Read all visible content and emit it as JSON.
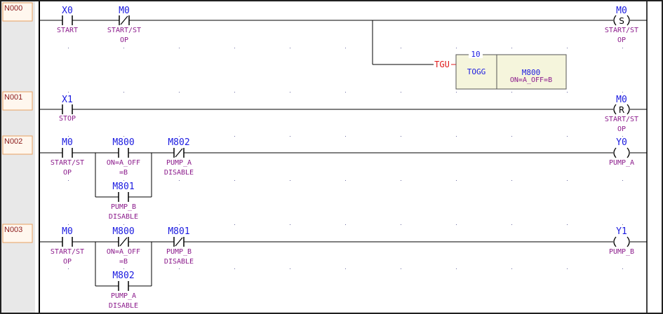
{
  "rungs": [
    {
      "number": "N000"
    },
    {
      "number": "N001"
    },
    {
      "number": "N002"
    },
    {
      "number": "N003"
    }
  ],
  "rung0": {
    "x0": {
      "address": "X0",
      "comment": "START"
    },
    "m0": {
      "address": "M0",
      "comment_l1": "START/ST",
      "comment_l2": "OP"
    },
    "coil": {
      "address": "M0",
      "symbol": "(S)",
      "comment_l1": "START/ST",
      "comment_l2": "OP"
    },
    "tgu_label": "TGU",
    "togg": {
      "preset": "10",
      "instr": "TOGG",
      "address": "M800",
      "comment": "ON=A_OFF=B"
    }
  },
  "rung1": {
    "x1": {
      "address": "X1",
      "comment": "STOP"
    },
    "coil": {
      "address": "M0",
      "symbol": "(R)",
      "comment_l1": "START/ST",
      "comment_l2": "OP"
    }
  },
  "rung2": {
    "m0": {
      "address": "M0",
      "comment_l1": "START/ST",
      "comment_l2": "OP"
    },
    "m800": {
      "address": "M800",
      "comment_l1": "ON=A_OFF",
      "comment_l2": "=B"
    },
    "m801": {
      "address": "M801",
      "comment_l1": "PUMP_B",
      "comment_l2": "DISABLE"
    },
    "m802": {
      "address": "M802",
      "comment_l1": "PUMP_A",
      "comment_l2": "DISABLE"
    },
    "coil": {
      "address": "Y0",
      "symbol": "( )",
      "comment": "PUMP_A"
    }
  },
  "rung3": {
    "m0": {
      "address": "M0",
      "comment_l1": "START/ST",
      "comment_l2": "OP"
    },
    "m800": {
      "address": "M800",
      "comment_l1": "ON=A_OFF",
      "comment_l2": "=B"
    },
    "m802": {
      "address": "M802",
      "comment_l1": "PUMP_A",
      "comment_l2": "DISABLE"
    },
    "m801": {
      "address": "M801",
      "comment_l1": "PUMP_B",
      "comment_l2": "DISABLE"
    },
    "coil": {
      "address": "Y1",
      "symbol": "( )",
      "comment": "PUMP_B"
    }
  },
  "colors": {
    "address": "#1a1ae0",
    "comment": "#8b1a8b",
    "tgu": "#e01818",
    "gutter": "#e8e8e8"
  }
}
